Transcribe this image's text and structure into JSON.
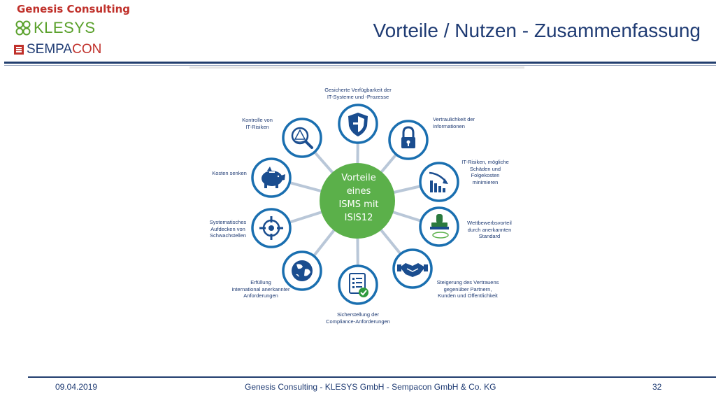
{
  "header": {
    "brand_genesis": "Genesis Consulting",
    "brand_klesys": "KLESYS",
    "brand_sempacon_a": "SEMPA",
    "brand_sempacon_b": "CON",
    "title": "Vorteile / Nutzen - Zusammenfassung"
  },
  "diagram": {
    "hub": [
      "Vorteile",
      "eines",
      "ISMS mit",
      "ISIS12"
    ],
    "nodes": [
      {
        "icon": "shield-icon",
        "label": [
          "Gesicherte Verfügbarkeit der",
          "IT-Systeme und -Prozesse"
        ]
      },
      {
        "icon": "lock-icon",
        "label": [
          "Vertraulichkeit der",
          "Informationen"
        ]
      },
      {
        "icon": "declining-chart-icon",
        "label": [
          "IT-Risiken, mögliche",
          "Schäden und",
          "Folgekosten",
          "minimieren"
        ]
      },
      {
        "icon": "stamp-icon",
        "label": [
          "Wettbewerbsvorteil",
          "durch anerkannten",
          "Standard"
        ]
      },
      {
        "icon": "handshake-icon",
        "label": [
          "Steigerung des Vertrauens",
          "gegenüber Partnern,",
          "Kunden und Öffentlichkeit"
        ]
      },
      {
        "icon": "checklist-icon",
        "label": [
          "Sicherstellung der",
          "Compliance-Anforderungen"
        ]
      },
      {
        "icon": "globe-icon",
        "label": [
          "Erfüllung",
          "international anerkannter",
          "Anforderungen"
        ]
      },
      {
        "icon": "crosshair-icon",
        "label": [
          "Systematisches",
          "Aufdecken von",
          "Schwachstellen"
        ]
      },
      {
        "icon": "piggy-bank-icon",
        "label": [
          "Kosten senken"
        ]
      },
      {
        "icon": "magnifier-warning-icon",
        "label": [
          "Kontrolle von",
          "IT-Risiken"
        ]
      }
    ],
    "colors": {
      "hub": "#5bb04a",
      "ring": "#1a6fb0",
      "spoke": "#b9c7d8",
      "icon": "#1a4d8f"
    }
  },
  "footer": {
    "date": "09.04.2019",
    "center": "Genesis Consulting - KLESYS GmbH -  Sempacon GmbH & Co. KG",
    "page": "32"
  }
}
